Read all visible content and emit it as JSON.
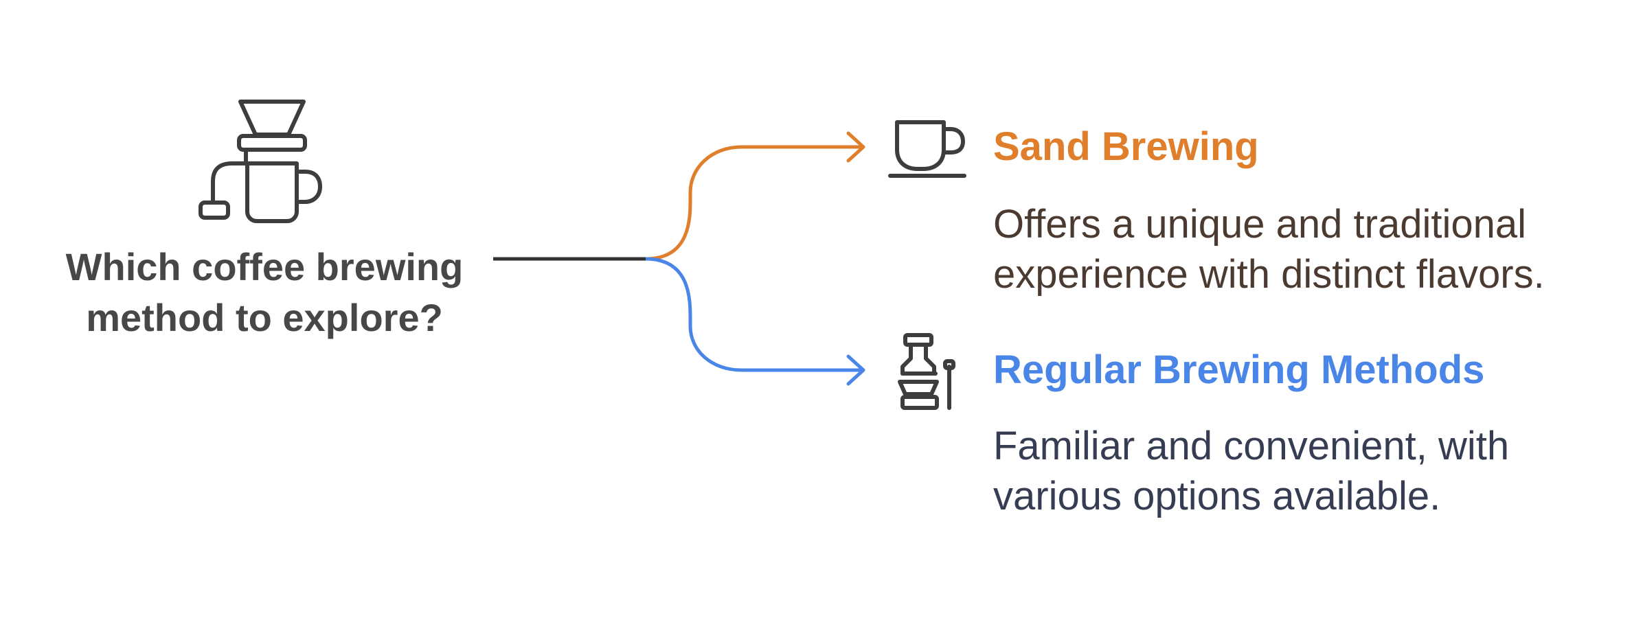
{
  "question": {
    "text": "Which coffee brewing method to explore?"
  },
  "options": [
    {
      "title": "Sand Brewing",
      "description": "Offers a unique and traditional experience with distinct flavors.",
      "color": "#e07f2b",
      "icon": "coffee-cup-icon"
    },
    {
      "title": "Regular Brewing Methods",
      "description": "Familiar and convenient, with various options available.",
      "color": "#4a86e8",
      "icon": "siphon-brewer-icon"
    }
  ],
  "question_icon": "pour-over-coffee-maker-icon",
  "colors": {
    "question_text": "#474747",
    "stem_line": "#333333",
    "icon_stroke": "#3d3d3d"
  }
}
